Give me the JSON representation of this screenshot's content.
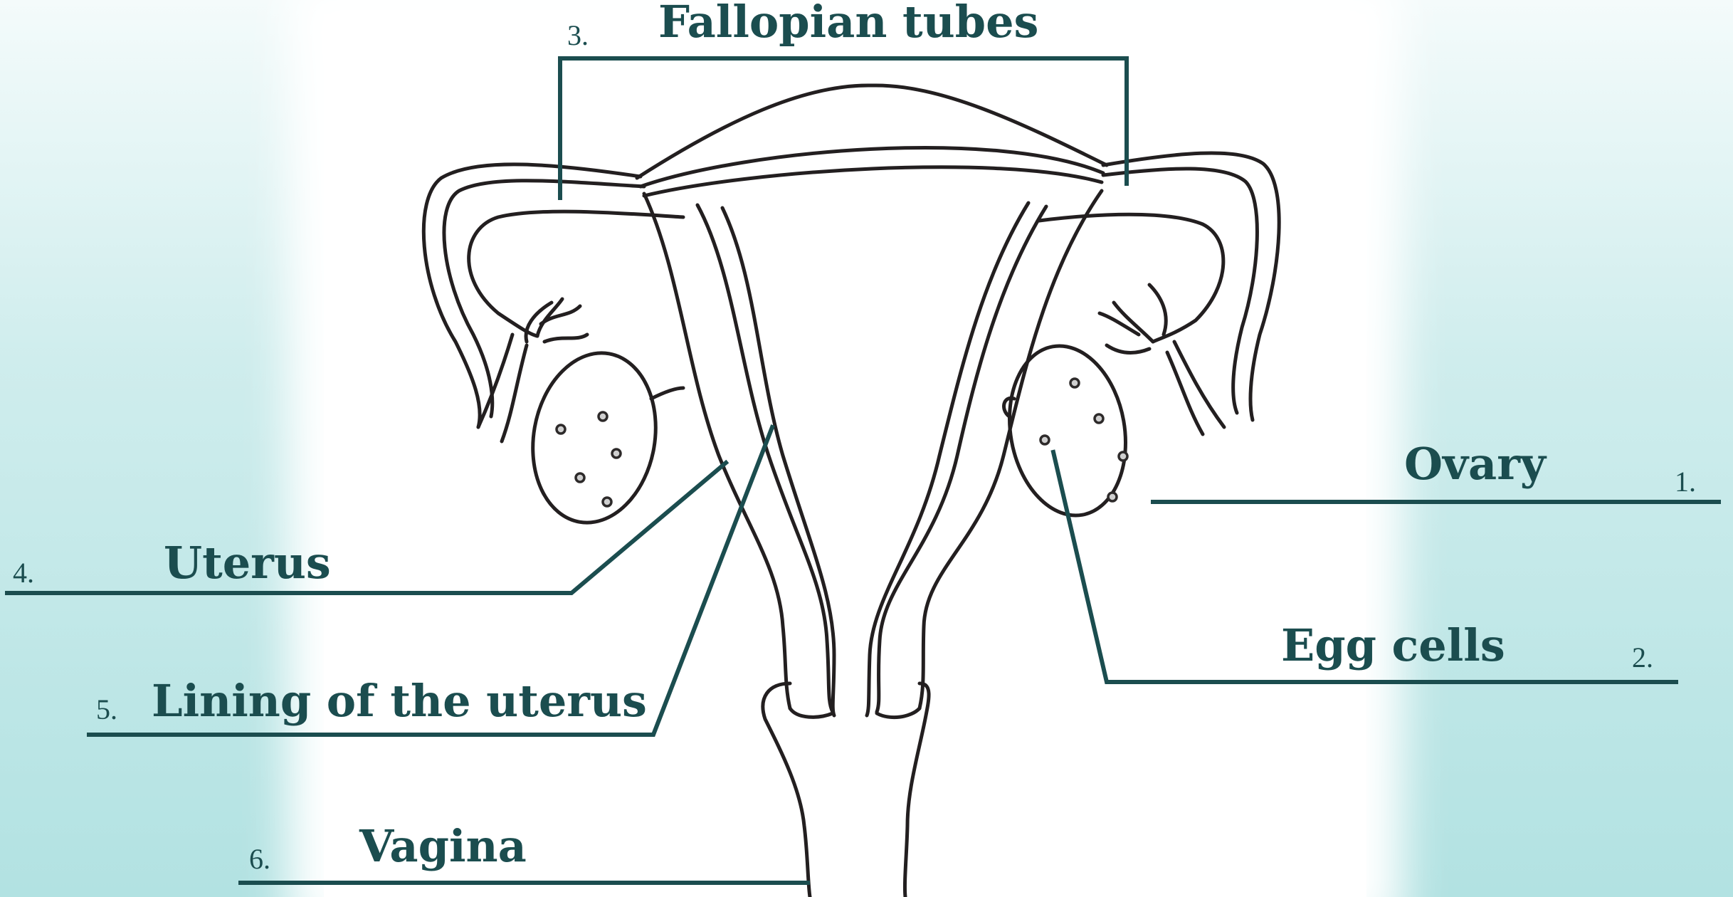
{
  "colors": {
    "label": "#1b4d4f",
    "outline": "#231f20",
    "background": "#bfe6e6"
  },
  "labels": [
    {
      "id": "ovary",
      "number": "1.",
      "text": "Ovary"
    },
    {
      "id": "egg-cells",
      "number": "2.",
      "text": "Egg cells"
    },
    {
      "id": "fallopian-tubes",
      "number": "3.",
      "text": "Fallopian tubes"
    },
    {
      "id": "uterus",
      "number": "4.",
      "text": "Uterus"
    },
    {
      "id": "lining",
      "number": "5.",
      "text": "Lining of the uterus"
    },
    {
      "id": "vagina",
      "number": "6.",
      "text": "Vagina"
    }
  ]
}
